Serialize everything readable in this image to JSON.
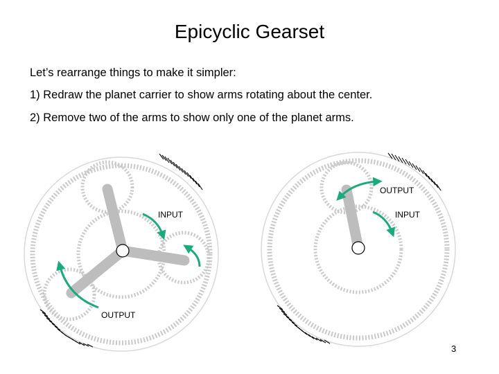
{
  "title": "Epicyclic Gearset",
  "intro": "Let’s rearrange things to make it simpler:",
  "steps": [
    "1)  Redraw the planet carrier to show arms rotating about the center.",
    "2)  Remove two of the arms to show only one of the planet arms."
  ],
  "left_diagram": {
    "input_label": "INPUT",
    "output_label": "OUTPUT"
  },
  "right_diagram": {
    "input_label": "INPUT",
    "output_label": "OUTPUT"
  },
  "page_number": "3",
  "colors": {
    "arrow": "#1aaa80",
    "arm": "#bdbdbd",
    "gear_teeth": "#c8c8c8",
    "hatch": "#000000"
  }
}
